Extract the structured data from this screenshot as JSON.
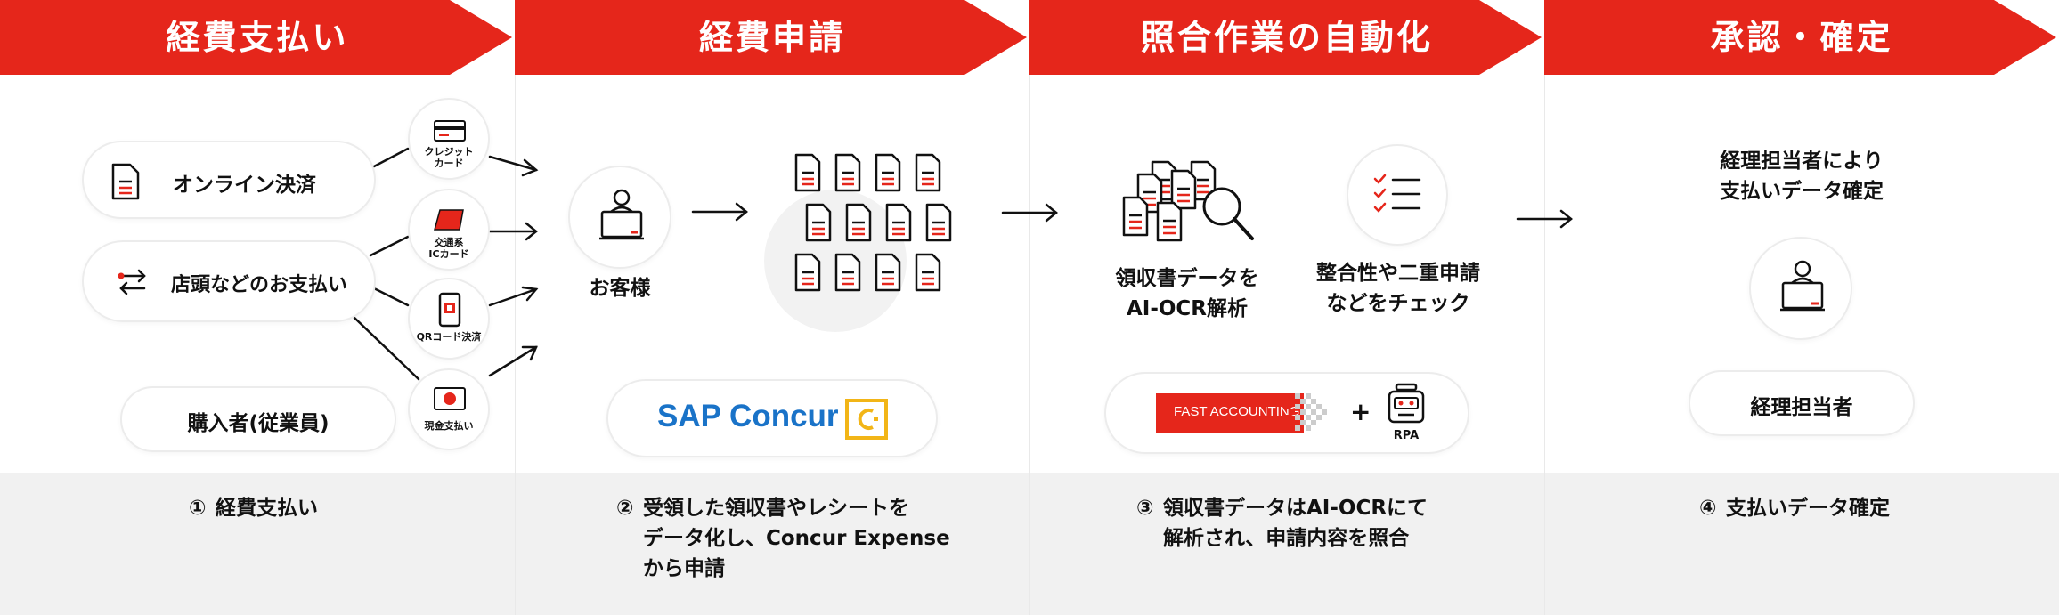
{
  "steps": [
    {
      "title": "経費支払い",
      "caption": [
        "①",
        "経費支払い"
      ]
    },
    {
      "title": "経費申請",
      "caption": [
        "②",
        "受領した領収書やレシートを",
        "データ化し、Concur Expense",
        "から申請"
      ]
    },
    {
      "title": "照合作業の自動化",
      "caption": [
        "③",
        "領収書データはAI-OCRにて",
        "解析され、申請内容を照合"
      ]
    },
    {
      "title": "承認・確定",
      "caption": [
        "④",
        "支払いデータ確定"
      ]
    }
  ],
  "step1": {
    "online": "オンライン決済",
    "store": "店頭などのお支払い",
    "buyer": "購入者(従業員)",
    "methods": [
      [
        "クレジット",
        "カード"
      ],
      [
        "交通系",
        "ICカード"
      ],
      [
        "QRコード決済"
      ],
      [
        "現金支払い"
      ]
    ]
  },
  "step2": {
    "customer": "お客様",
    "sap": "SAP Concur"
  },
  "step3": {
    "ocr": [
      "領収書データを",
      "AI-OCR解析"
    ],
    "check": [
      "整合性や二重申請",
      "などをチェック"
    ],
    "fast": "FAST ACCOUNTING",
    "plus": "+",
    "rpa": "RPA"
  },
  "step4": {
    "desc": [
      "経理担当者により",
      "支払いデータ確定"
    ],
    "person": "経理担当者"
  },
  "colors": {
    "red": "#e5261b",
    "concur_blue": "#1a73c8",
    "concur_yellow": "#f2b517",
    "grey": "#f1f1f1"
  }
}
